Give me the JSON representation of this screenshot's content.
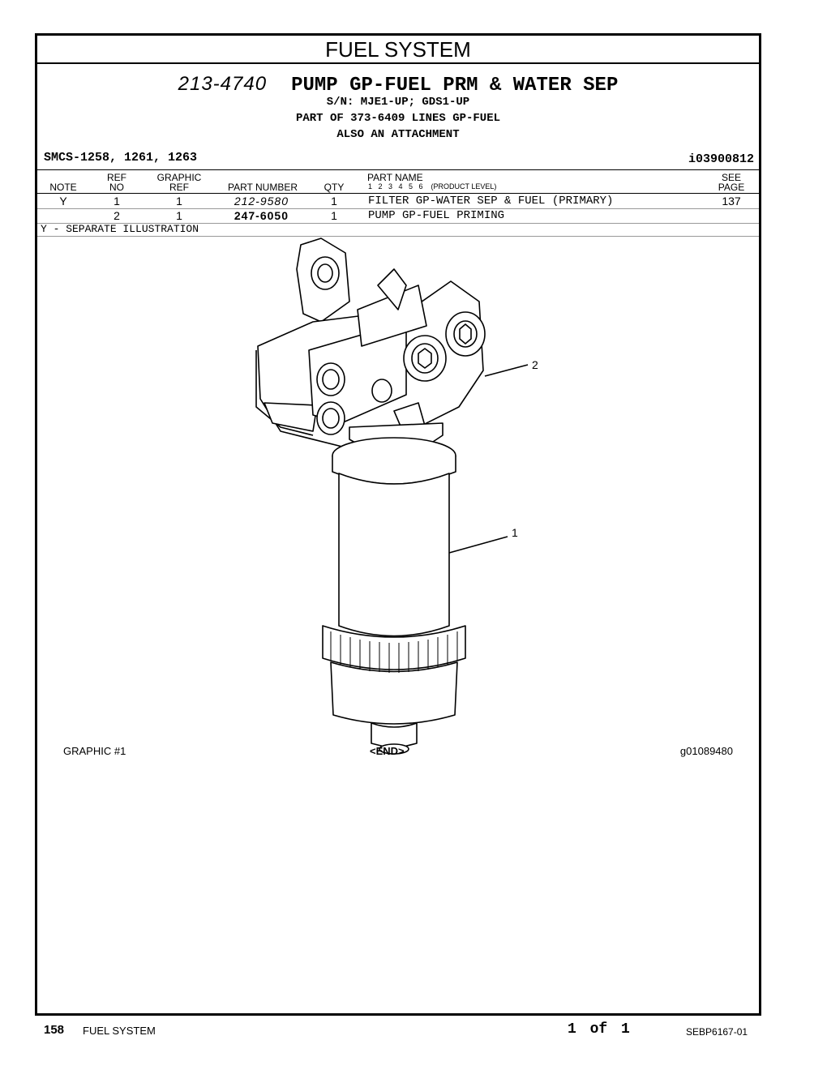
{
  "header": {
    "section_title": "FUEL SYSTEM",
    "group_part_number": "213-4740",
    "group_name": "PUMP GP-FUEL PRM & WATER SEP",
    "serial_line": "S/N: MJE1-UP; GDS1-UP",
    "part_of_line": "PART OF 373-6409 LINES GP-FUEL",
    "attachment_line": "ALSO AN ATTACHMENT",
    "smcs": "SMCS-1258, 1261, 1263",
    "ident": "i03900812"
  },
  "table": {
    "col_note": "NOTE",
    "col_ref_top": "REF",
    "col_ref_bottom": "NO",
    "col_graphic_top": "GRAPHIC",
    "col_graphic_bottom": "REF",
    "col_part_number": "PART NUMBER",
    "col_qty": "QTY",
    "col_part_name": "PART NAME",
    "col_part_name_levels": "1   2   3   4   5   6    (PRODUCT LEVEL)",
    "col_see_top": "SEE",
    "col_see_bottom": "PAGE",
    "rows": [
      {
        "note": "Y",
        "ref_no": "1",
        "graphic_ref": "1",
        "part_number": "212-9580",
        "qty": "1",
        "part_name": "FILTER GP-WATER SEP & FUEL (PRIMARY)",
        "see_page": "137"
      },
      {
        "note": "",
        "ref_no": "2",
        "graphic_ref": "1",
        "part_number": "247-6050",
        "qty": "1",
        "part_name": "PUMP GP-FUEL PRIMING",
        "see_page": ""
      }
    ],
    "footnote": "Y - SEPARATE ILLUSTRATION"
  },
  "illustration": {
    "callout_1": "1",
    "callout_2": "2",
    "graphic_label": "GRAPHIC #1",
    "end_label": "<END>",
    "graphic_id": "g01089480"
  },
  "footer": {
    "page_number": "158",
    "section": "FUEL SYSTEM",
    "page_count": "1 of 1",
    "doc_id": "SEBP6167-01"
  }
}
